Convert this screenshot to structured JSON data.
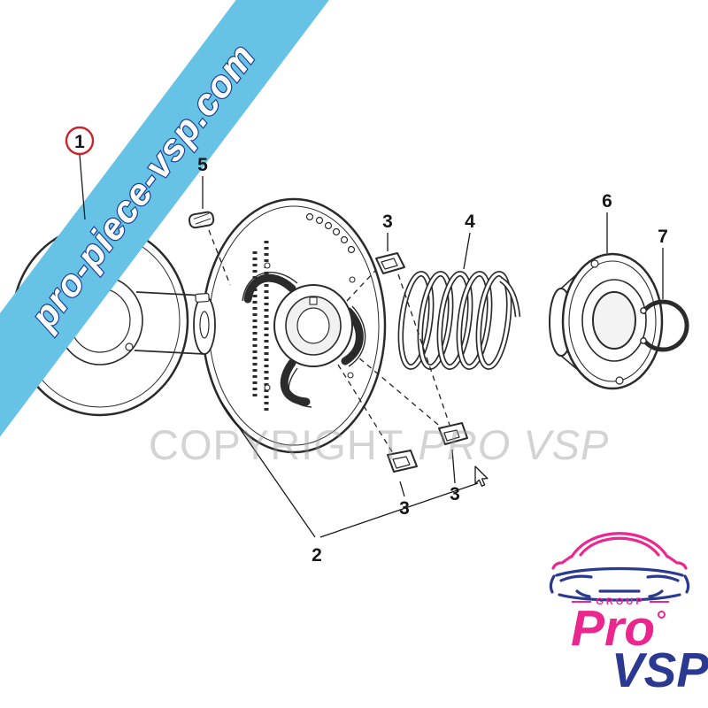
{
  "banner": {
    "text": "pro-piece-vsp.com",
    "bg_color": "#67c3e6",
    "text_fill": "#ffffff",
    "text_outline": "#1c3f94"
  },
  "watermark": {
    "copyright": "COPYRIGHT",
    "brand": "PRO VSP"
  },
  "part_labels": {
    "p1": "1",
    "p2": "2",
    "p3_top": "3",
    "p3_bottom_left": "3",
    "p3_bottom_right": "3",
    "p4": "4",
    "p5": "5",
    "p6": "6",
    "p7": "7"
  },
  "label_circle_color": "#c9252b",
  "logo": {
    "group": "GROUP",
    "pro": "Pro",
    "vsp": "VSP",
    "pink": "#ec268f",
    "blue": "#2b3990"
  }
}
